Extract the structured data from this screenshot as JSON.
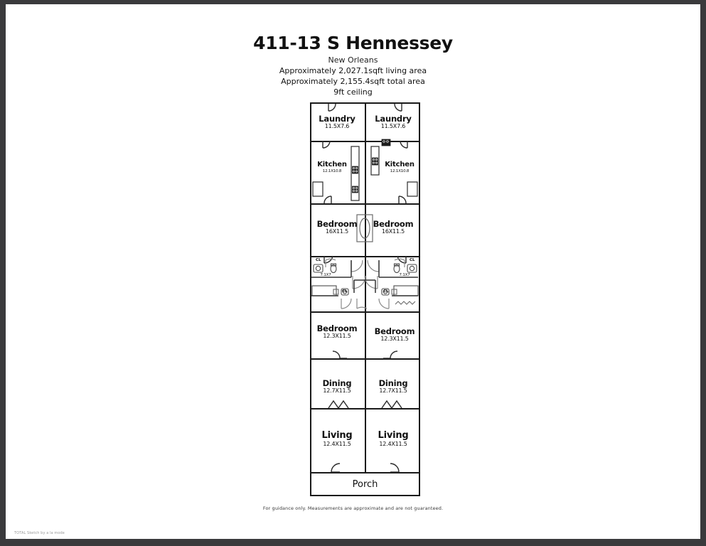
{
  "header": {
    "title": "411-13 S Hennessey",
    "city": "New Orleans",
    "living_area": "Approximately 2,027.1sqft living area",
    "total_area": "Approximately 2,155.4sqft total area",
    "ceiling": "9ft ceiling"
  },
  "plan": {
    "type": "floor-plan",
    "units": 2,
    "symmetry": "mirrored duplex",
    "left_unit": {
      "rooms": [
        {
          "name": "Laundry",
          "dim": "11.5X7.6"
        },
        {
          "name": "Kitchen",
          "dim": "12.1X10.8"
        },
        {
          "name": "Bedroom",
          "dim": "16X11.5"
        },
        {
          "name": "Bath",
          "dim": "7.1X7"
        },
        {
          "name": "Bedroom",
          "dim": "12.3X11.5"
        },
        {
          "name": "Dining",
          "dim": "12.7X11.5"
        },
        {
          "name": "Living",
          "dim": "12.4X11.5"
        }
      ],
      "closets": [
        "CL",
        "CL"
      ]
    },
    "right_unit": {
      "rooms": [
        {
          "name": "Laundry",
          "dim": "11.5X7.6"
        },
        {
          "name": "Kitchen",
          "dim": "12.1X10.8"
        },
        {
          "name": "Bedroom",
          "dim": "16X11.5"
        },
        {
          "name": "Bath",
          "dim": "7.1X7"
        },
        {
          "name": "Bedroom",
          "dim": "12.3X11.5"
        },
        {
          "name": "Dining",
          "dim": "12.7X11.5"
        },
        {
          "name": "Living",
          "dim": "12.4X11.5"
        }
      ],
      "closets": [
        "CL",
        "CL"
      ]
    },
    "shared": {
      "porch": "Porch"
    }
  },
  "footer": {
    "disclaimer": "For guidance only. Measurements are approximate and are not guaranteed.",
    "watermark": "TOTAL Sketch by a la mode"
  }
}
